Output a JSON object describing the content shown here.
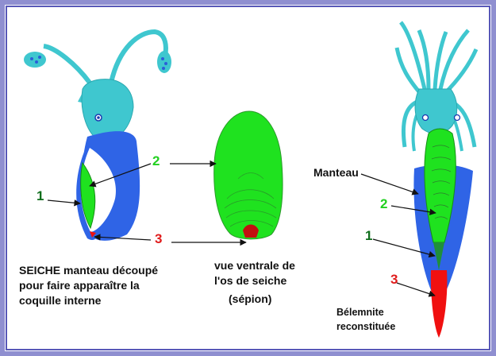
{
  "labels": {
    "num1_left": "1",
    "num2_left": "2",
    "num3_left": "3",
    "num1_right": "1",
    "num2_right": "2",
    "num3_right": "3",
    "manteau": "Manteau",
    "seiche_caption": [
      "SEICHE    manteau découpé",
      "pour faire apparaître la",
      "coquille interne"
    ],
    "sepion_caption": [
      "vue ventrale de",
      "l'os de seiche",
      "(sépion)"
    ],
    "belemnite_caption": [
      "Bélemnite",
      "reconstituée"
    ]
  },
  "colors": {
    "frame_outer": "#8f8fd0",
    "frame_inner": "#5858b8",
    "animal_body": "#3fc7cf",
    "mantle": "#2f64e6",
    "shell": "#1fe21f",
    "phragmocone": "#1f8f3a",
    "rostrum": "#f01010",
    "label_1": "#0f6e1c",
    "label_2": "#22d020",
    "label_3": "#e01c1c"
  }
}
